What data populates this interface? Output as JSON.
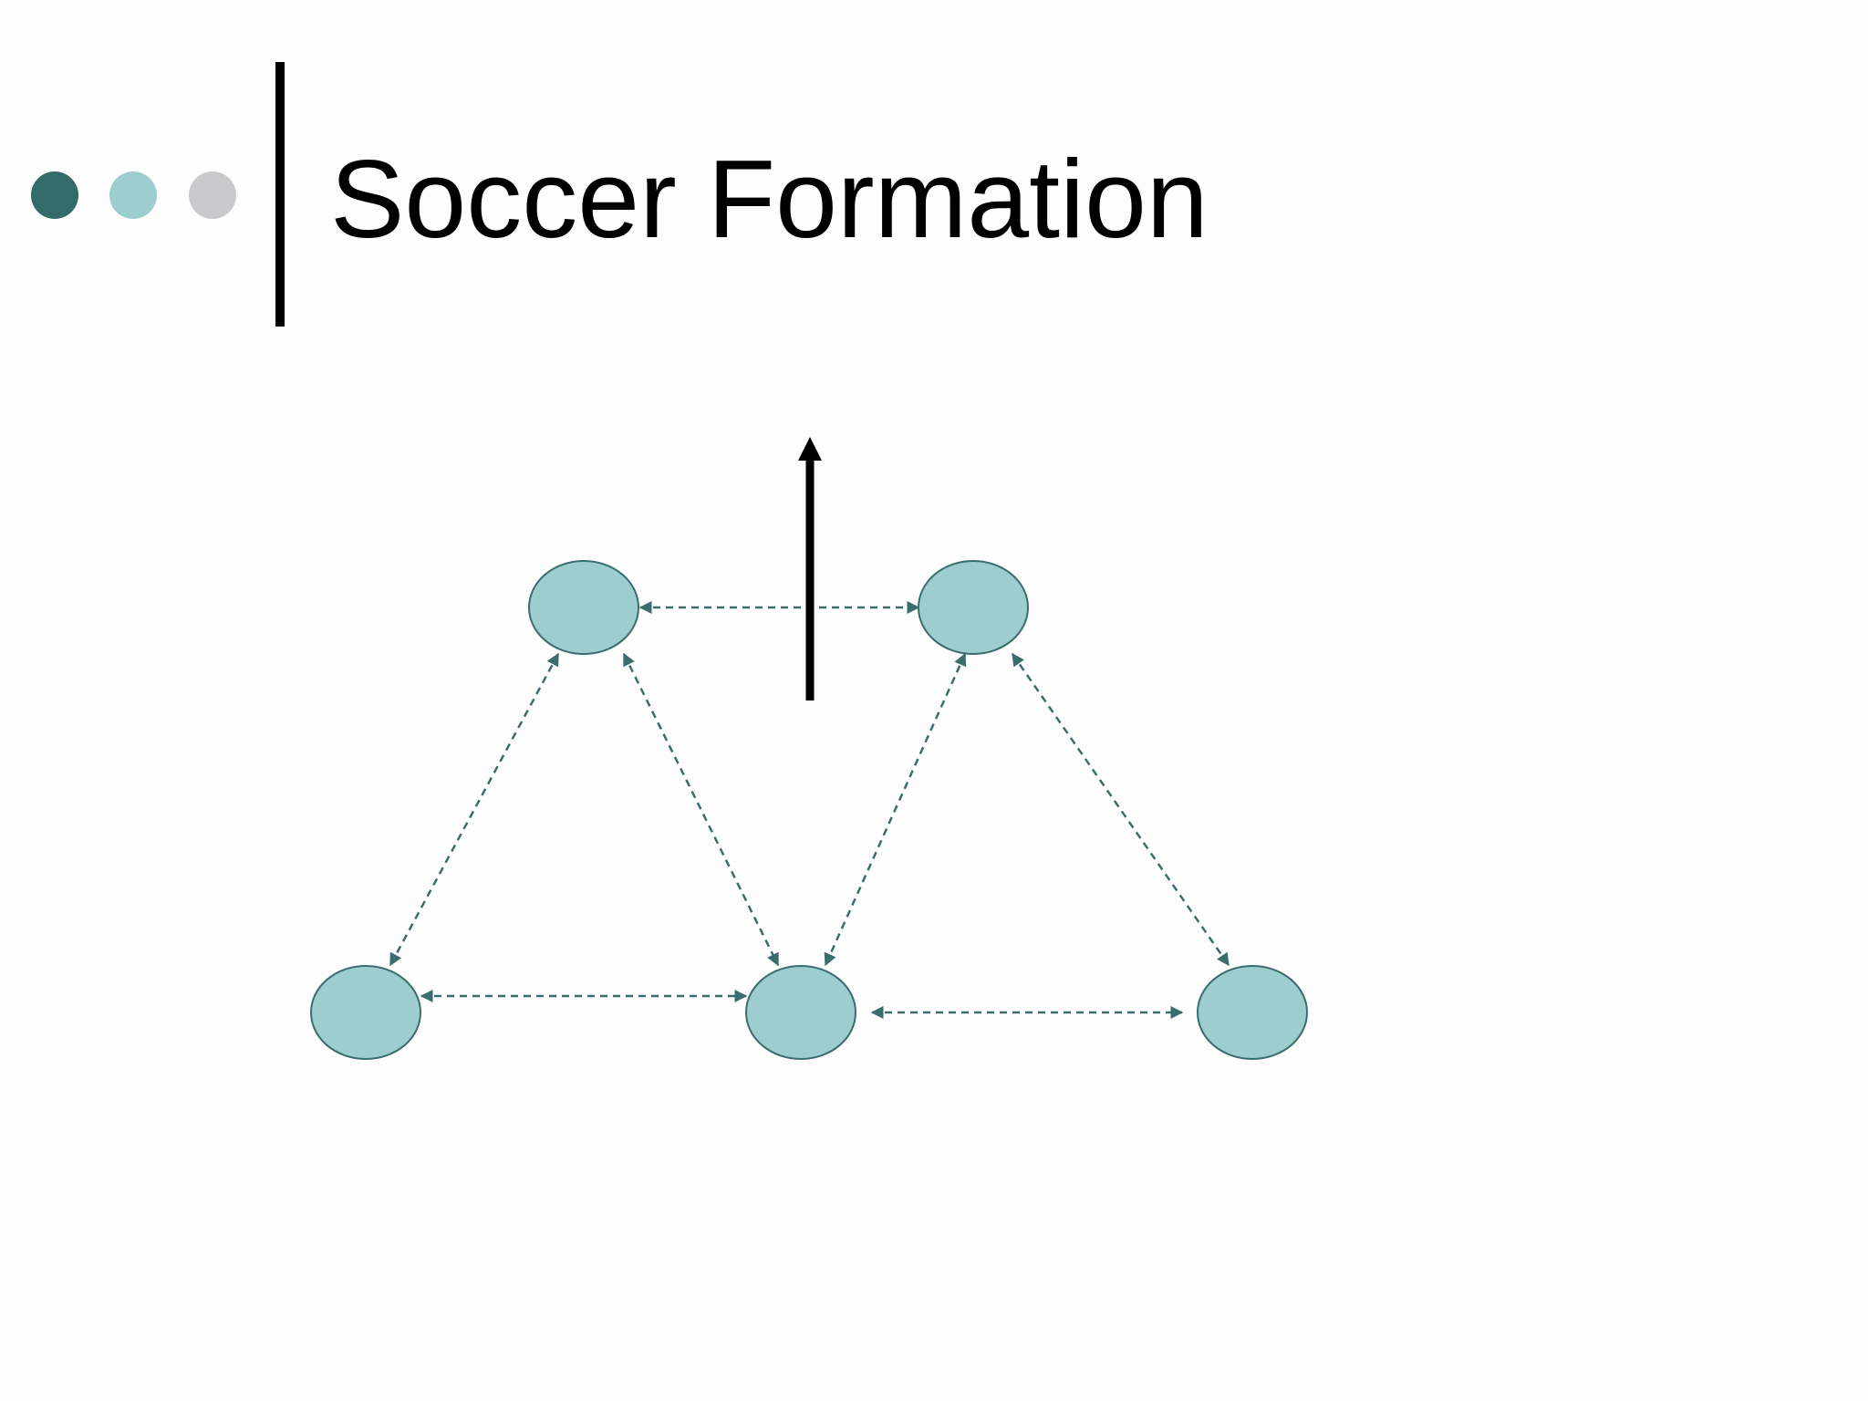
{
  "slide": {
    "title": "Soccer Formation"
  },
  "colors": {
    "dot_dark": "#336b6b",
    "dot_light": "#9ecdd0",
    "dot_gray": "#c9c9cb",
    "node_fill": "#9ecdd0",
    "node_stroke": "#3a6e6e",
    "link_color": "#3a6e6e",
    "arrow_color": "#000000"
  },
  "diagram": {
    "nodes": [
      {
        "id": "top-left"
      },
      {
        "id": "top-right"
      },
      {
        "id": "bottom-left"
      },
      {
        "id": "bottom-center"
      },
      {
        "id": "bottom-right"
      }
    ],
    "links": [
      {
        "from": "top-left",
        "to": "top-right",
        "style": "dashed",
        "arrows": "both"
      },
      {
        "from": "top-left",
        "to": "bottom-left",
        "style": "dashed",
        "arrows": "both"
      },
      {
        "from": "top-left",
        "to": "bottom-center",
        "style": "dashed",
        "arrows": "both"
      },
      {
        "from": "top-right",
        "to": "bottom-center",
        "style": "dashed",
        "arrows": "both"
      },
      {
        "from": "top-right",
        "to": "bottom-right",
        "style": "dashed",
        "arrows": "both"
      },
      {
        "from": "bottom-left",
        "to": "bottom-center",
        "style": "dashed",
        "arrows": "both"
      },
      {
        "from": "bottom-center",
        "to": "bottom-right",
        "style": "dashed",
        "arrows": "both"
      }
    ],
    "direction_arrow": {
      "direction": "up",
      "style": "solid"
    }
  }
}
